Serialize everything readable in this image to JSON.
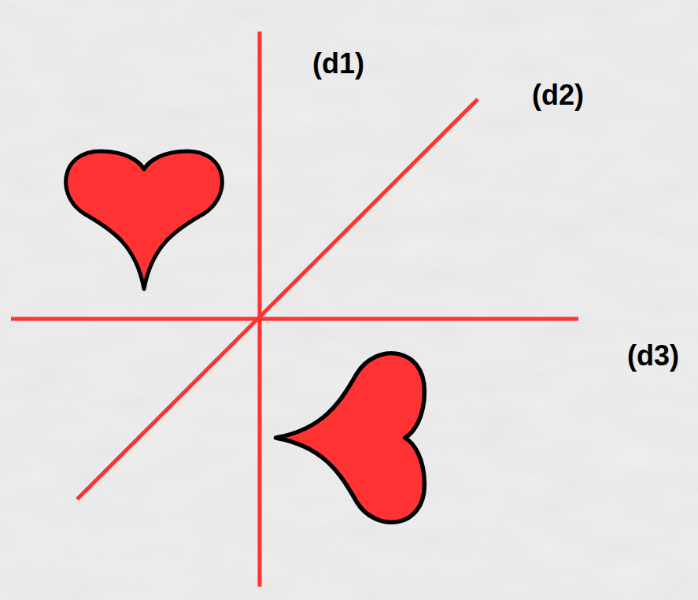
{
  "diagram": {
    "labels": [
      "(d1)",
      "(d2)",
      "(d3)"
    ]
  }
}
